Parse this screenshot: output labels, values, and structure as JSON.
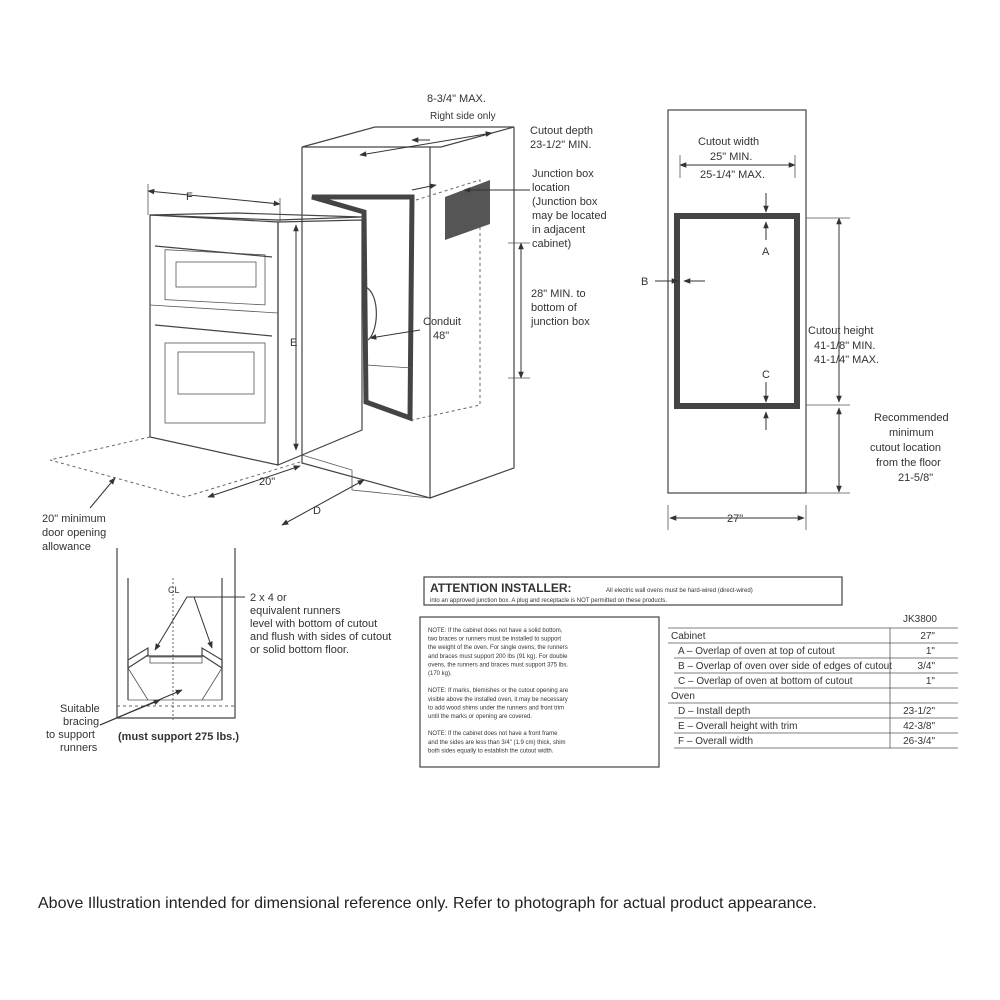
{
  "iso": {
    "max_right": "8-3/4\" MAX.",
    "right_side_only": "Right side only",
    "cutout_depth_1": "Cutout depth",
    "cutout_depth_2": "23-1/2\" MIN.",
    "jbox_1": "Junction box",
    "jbox_2": "location",
    "jbox_3": "(Junction box",
    "jbox_4": "may be located",
    "jbox_5": "in adjacent",
    "jbox_6": "cabinet)",
    "min28_1": "28\" MIN. to",
    "min28_2": "bottom of",
    "min28_3": "junction box",
    "conduit_1": "Conduit",
    "conduit_2": "48\"",
    "label_f": "F",
    "label_e": "E",
    "label_d": "D",
    "dim_20": "20\"",
    "door_1": "20\" minimum",
    "door_2": "door opening",
    "door_3": "allowance"
  },
  "front": {
    "width_1": "Cutout width",
    "width_2": "25\" MIN.",
    "width_3": "25-1/4\" MAX.",
    "label_a": "A",
    "label_b": "B",
    "label_c": "C",
    "height_1": "Cutout height",
    "height_2": "41-1/8\" MIN.",
    "height_3": "41-1/4\" MAX.",
    "rec_1": "Recommended",
    "rec_2": "minimum",
    "rec_3": "cutout location",
    "rec_4": "from the floor",
    "rec_5": "21-5/8\"",
    "dim_27": "27\""
  },
  "runner": {
    "cl": "CL",
    "runners_1": "2 x 4 or",
    "runners_2": "equivalent runners",
    "runners_3": "level with bottom of cutout",
    "runners_4": "and flush with sides of cutout",
    "runners_5": "or solid bottom floor.",
    "bracing_1": "Suitable",
    "bracing_2": "bracing",
    "bracing_3": "to support",
    "bracing_4": "runners",
    "support": "(must support 275 lbs.)"
  },
  "attention": {
    "title": "ATTENTION INSTALLER:",
    "text_1": "All electric wall ovens must be hard-wired (direct-wired)",
    "text_2": "into an approved junction box. A plug and receptacle is NOT permitted on these products."
  },
  "notes": [
    "NOTE: If the cabinet does not have a solid bottom,",
    "two braces or runners must be installed to support",
    "the weight of the oven. For single ovens, the runners",
    "and braces must support 200 lbs (91 kg). For double",
    "ovens, the runners and braces must support 375 lbs.",
    "(170 kg).",
    "",
    "NOTE: If marks, blemishes or the cutout opening are",
    "visible above the installed oven, it may be necessary",
    "to add wood shims under the runners and front trim",
    "until the marks or opening are covered.",
    "",
    "NOTE: If the cabinet does not have a front frame",
    "and the sides are less than 3/4\" (1.9 cm) thick, shim",
    "both sides equally to establish the cutout width."
  ],
  "table": {
    "model": "JK3800",
    "rows": [
      {
        "label": "Cabinet",
        "value": "27\""
      },
      {
        "label": "A – Overlap of oven at top of cutout",
        "value": "1\""
      },
      {
        "label": "B – Overlap of oven over side of edges of cutout",
        "value": "3/4\""
      },
      {
        "label": "C – Overlap of oven at bottom of cutout",
        "value": "1\""
      },
      {
        "label": "Oven",
        "value": ""
      },
      {
        "label": "D – Install depth",
        "value": "23-1/2\""
      },
      {
        "label": "E – Overall height with trim",
        "value": "42-3/8\""
      },
      {
        "label": "F – Overall width",
        "value": "26-3/4\""
      }
    ]
  },
  "footer": "Above Illustration intended for dimensional reference only. Refer to photograph for actual product appearance."
}
